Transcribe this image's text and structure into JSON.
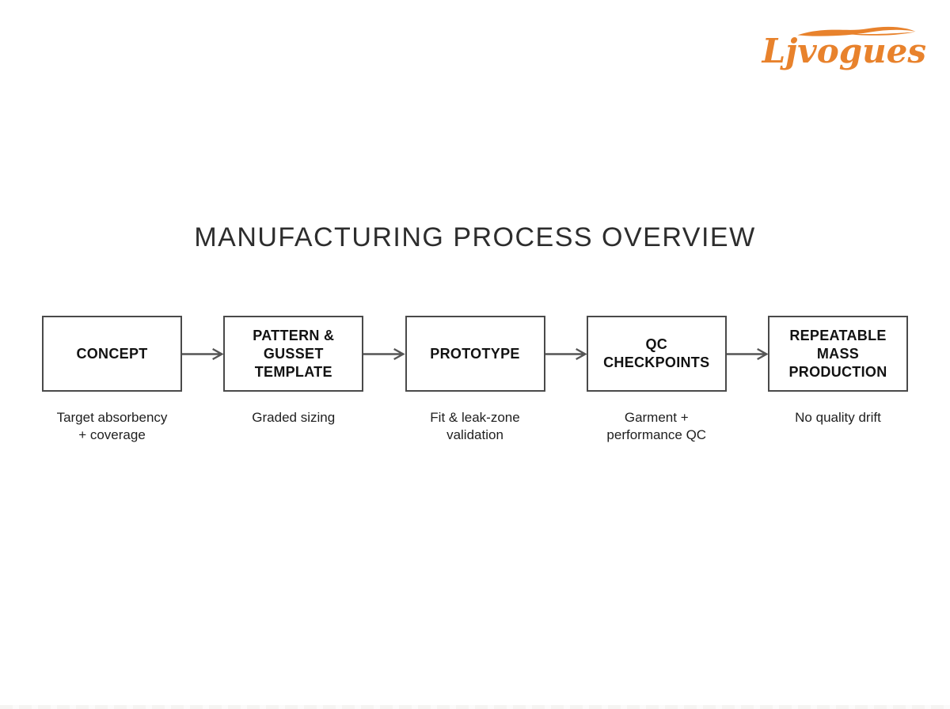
{
  "logo": {
    "text": "Ljvogues",
    "color": "#E8822C"
  },
  "title": "MANUFACTURING PROCESS OVERVIEW",
  "flow": {
    "stages": [
      {
        "label": "CONCEPT",
        "caption": "Target absorbency\n+ coverage"
      },
      {
        "label": "PATTERN &\nGUSSET\nTEMPLATE",
        "caption": "Graded sizing"
      },
      {
        "label": "PROTOTYPE",
        "caption": "Fit & leak-zone\nvalidation"
      },
      {
        "label": "QC\nCHECKPOINTS",
        "caption": "Garment +\nperformance QC"
      },
      {
        "label": "REPEATABLE\nMASS\nPRODUCTION",
        "caption": "No quality drift"
      }
    ]
  },
  "colors": {
    "accent_orange": "#E8822C",
    "box_border": "#4A4A4A",
    "arrow": "#555555",
    "title_text": "#2D2D2D",
    "label_text": "#121212",
    "caption_text": "#1F1F1F",
    "background": "#FFFFFF"
  }
}
